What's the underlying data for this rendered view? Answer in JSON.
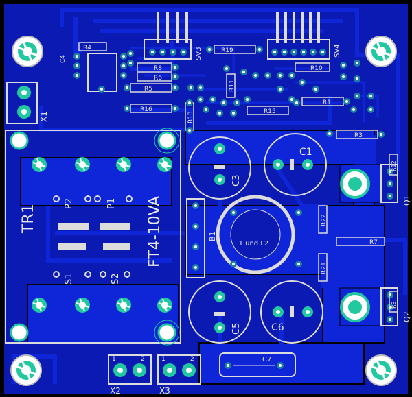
{
  "colors": {
    "board": "#0c1ab4",
    "trace": "#0f25d8",
    "background": "#000000",
    "outline": "#dcdcdc",
    "pad": "#22c8a0",
    "text": "#e8e8e8"
  },
  "labels": {
    "tr1": "TR1",
    "transformer": "FT4-10VA",
    "p1": "P1",
    "p2": "P2",
    "s1": "S1",
    "s2": "S2",
    "x1": "X1",
    "x2": "X2",
    "x3": "X3",
    "c1": "C1",
    "c3": "C3",
    "c4": "C4",
    "c5": "C5",
    "c6": "C6",
    "c7": "C7",
    "coil": "L1 und L2",
    "b1": "B1",
    "sv3": "SV3",
    "sv4": "SV4",
    "r1": "R1",
    "r3": "R3",
    "r4": "R4",
    "r5": "R5",
    "r6": "R6",
    "r7": "R7",
    "r8": "R8",
    "r9": "R9",
    "r10": "R10",
    "r11": "R11",
    "r12": "R12",
    "r13": "R13",
    "r15": "R15",
    "r16": "R16",
    "r19": "R19",
    "r21": "R21",
    "r22": "R22",
    "q1": "Q1",
    "q2": "Q2",
    "pin1": "1",
    "pin2": "2"
  }
}
